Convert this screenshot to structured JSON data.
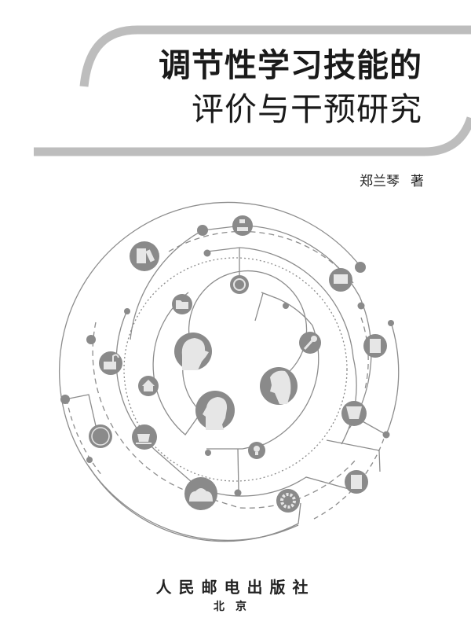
{
  "cover": {
    "title_line1": "调节性学习技能的",
    "title_line2": "评价与干预研究",
    "author": "郑兰琴",
    "author_role": "著",
    "publisher": "人民邮电出版社",
    "city": "北京"
  },
  "colors": {
    "band": "#bdbdbd",
    "icon_fill": "#8a8a8a",
    "icon_glyph": "#e6e6e6",
    "line": "#8c8c8c",
    "text": "#1a1a1a"
  },
  "diagram": {
    "icons": [
      "org-chart-icon",
      "folders-icon",
      "printer-icon",
      "clock-icon",
      "folder-icon",
      "key-icon",
      "document-icon",
      "lock-icon",
      "home-icon",
      "trash-basket-icon",
      "wall-clock-icon",
      "coffee-cup-icon",
      "lightbulb-icon",
      "group-icon",
      "gear-icon",
      "calculator-icon",
      "person-head-icon"
    ]
  }
}
